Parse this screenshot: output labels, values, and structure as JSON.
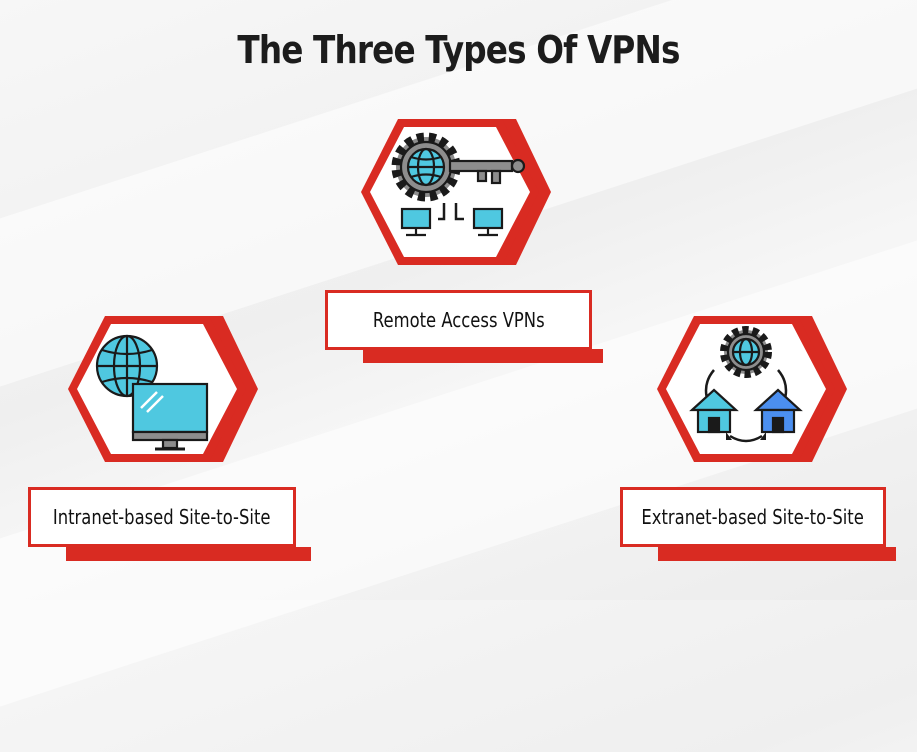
{
  "title": "The Three Types Of VPNs",
  "colors": {
    "accent_red": "#d92b22",
    "icon_cyan": "#4fc8e0",
    "icon_blue": "#4b8ff0",
    "icon_gray": "#8d8d8d",
    "outline": "#1a1a1a"
  },
  "nodes": [
    {
      "label": "Remote Access VPNs",
      "icon": "globe-gear-key-computers-icon"
    },
    {
      "label": "Intranet-based Site-to-Site",
      "icon": "globe-monitor-icon"
    },
    {
      "label": "Extranet-based Site-to-Site",
      "icon": "gear-globe-houses-icon"
    }
  ]
}
